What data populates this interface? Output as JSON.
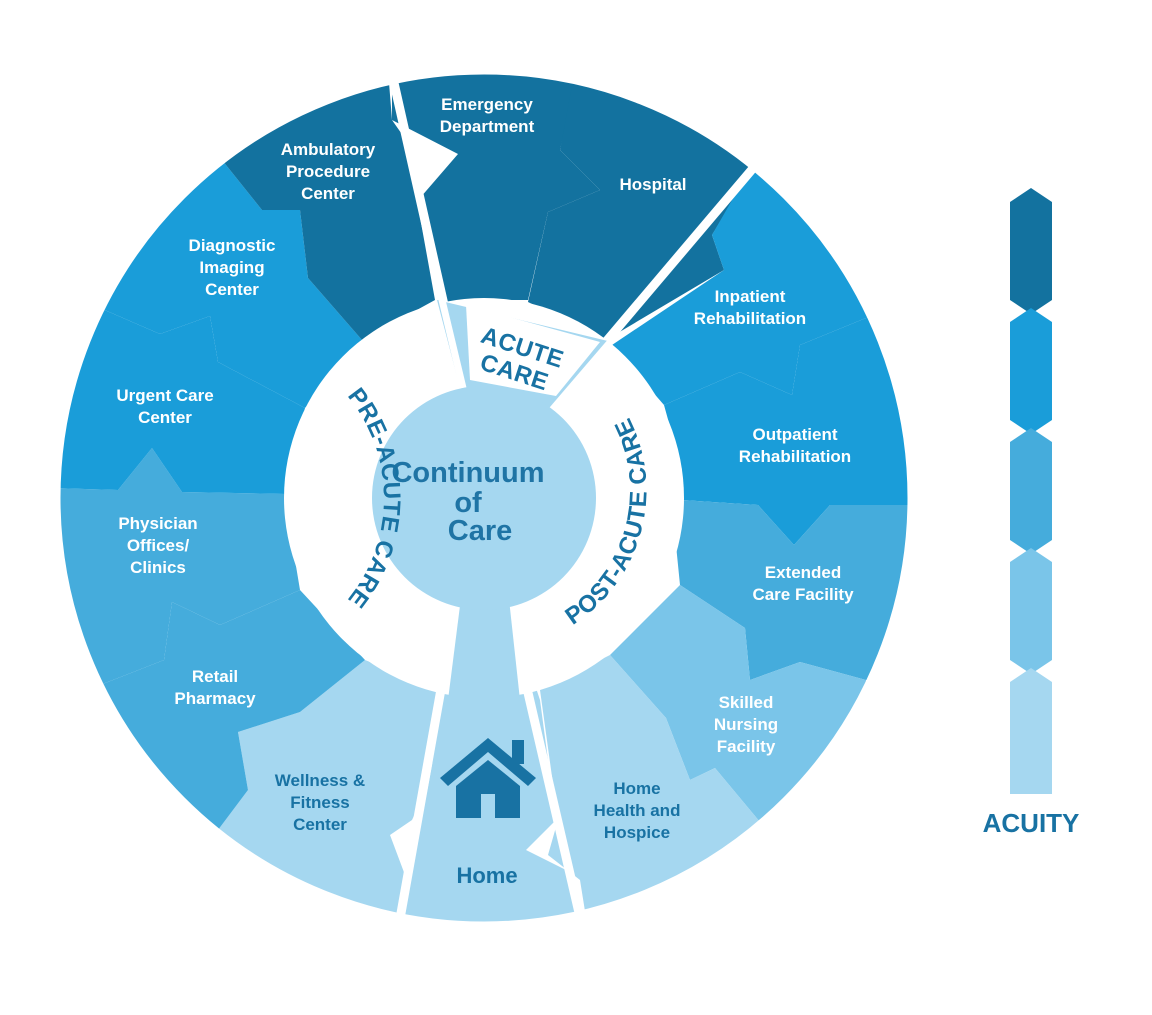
{
  "center": {
    "line1": "Continuum",
    "line2": "of",
    "line3": "Care"
  },
  "sections": {
    "acute": {
      "line1": "ACUTE",
      "line2": "CARE"
    },
    "pre_acute": "PRE-ACUTE CARE",
    "post_acute": "POST-ACUTE CARE"
  },
  "segments": {
    "emergency": {
      "line1": "Emergency",
      "line2": "Department"
    },
    "hospital": {
      "line1": "Hospital"
    },
    "inpatient_rehab": {
      "line1": "Inpatient",
      "line2": "Rehabilitation"
    },
    "outpatient_rehab": {
      "line1": "Outpatient",
      "line2": "Rehabilitation"
    },
    "extended_care": {
      "line1": "Extended",
      "line2": "Care Facility"
    },
    "skilled_nursing": {
      "line1": "Skilled",
      "line2": "Nursing",
      "line3": "Facility"
    },
    "home_health": {
      "line1": "Home",
      "line2": "Health and",
      "line3": "Hospice"
    },
    "home": {
      "line1": "Home"
    },
    "wellness": {
      "line1": "Wellness &",
      "line2": "Fitness",
      "line3": "Center"
    },
    "retail_pharmacy": {
      "line1": "Retail",
      "line2": "Pharmacy"
    },
    "physician_offices": {
      "line1": "Physician",
      "line2": "Offices/",
      "line3": "Clinics"
    },
    "urgent_care": {
      "line1": "Urgent Care",
      "line2": "Center"
    },
    "diagnostic_imaging": {
      "line1": "Diagnostic",
      "line2": "Imaging",
      "line3": "Center"
    },
    "ambulatory": {
      "line1": "Ambulatory",
      "line2": "Procedure",
      "line3": "Center"
    }
  },
  "acuity": {
    "label": "ACUITY"
  },
  "colors": {
    "darkest": "#13729f",
    "dark": "#1a9dd9",
    "medium": "#45acdc",
    "light": "#7ac5e9",
    "lightest": "#a5d7f0",
    "text_dark": "#1872a3"
  },
  "icons": {
    "home": "house-icon"
  }
}
